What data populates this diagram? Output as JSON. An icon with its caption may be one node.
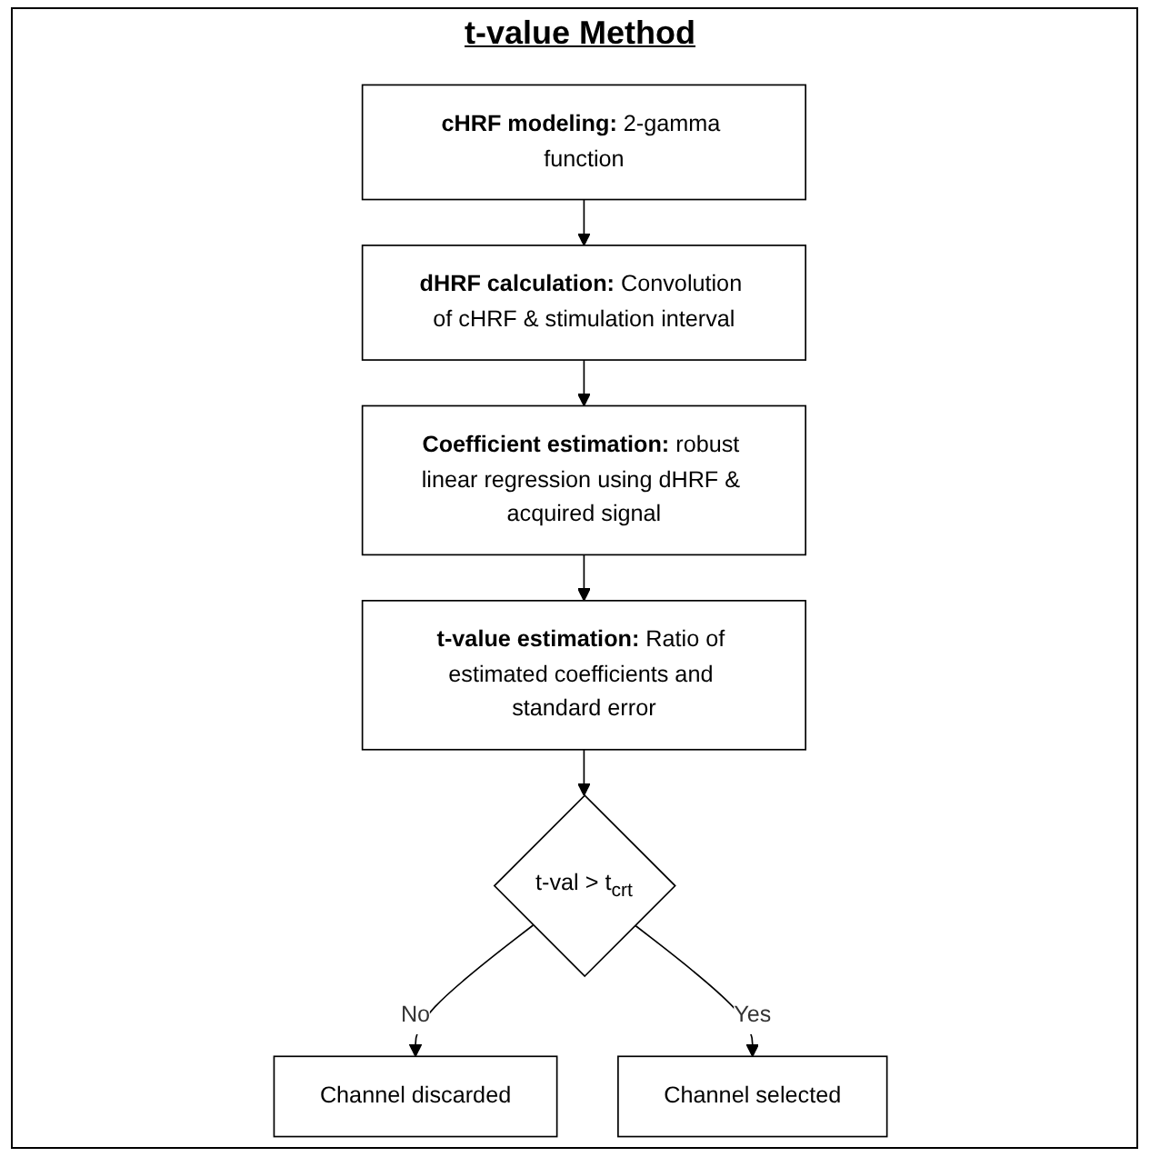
{
  "diagram": {
    "title": "t-value Method",
    "nodes": [
      {
        "text": [
          "**cHRF modeling:** 2-gamma function"
        ]
      },
      {
        "text": [
          "**dHRF calculation:** Convolution of cHRF & stimulation interval"
        ]
      },
      {
        "text": [
          "**Coefficient estimation:** robust linear regression using dHRF & acquired signal"
        ]
      },
      {
        "text": [
          "**t-value estimation:** Ratio of estimated coefficients and standard error"
        ]
      },
      {
        "text": [
          "t-val > t$_{crt}$"
        ]
      },
      {
        "text": [
          "Channel discarded"
        ]
      },
      {
        "text": [
          "Channel selected"
        ]
      }
    ],
    "edges": [
      {
        "from": 0,
        "to": 1,
        "arrow": "to"
      },
      {
        "from": 1,
        "to": 2,
        "arrow": "to"
      },
      {
        "from": 2,
        "to": 3,
        "arrow": "to"
      },
      {
        "from": 3,
        "to": 4,
        "arrow": "to"
      },
      {
        "from": 4,
        "to": 5,
        "arrow": "to",
        "label": "No"
      },
      {
        "from": 4,
        "to": 6,
        "arrow": "to",
        "label": "Yes"
      }
    ]
  }
}
